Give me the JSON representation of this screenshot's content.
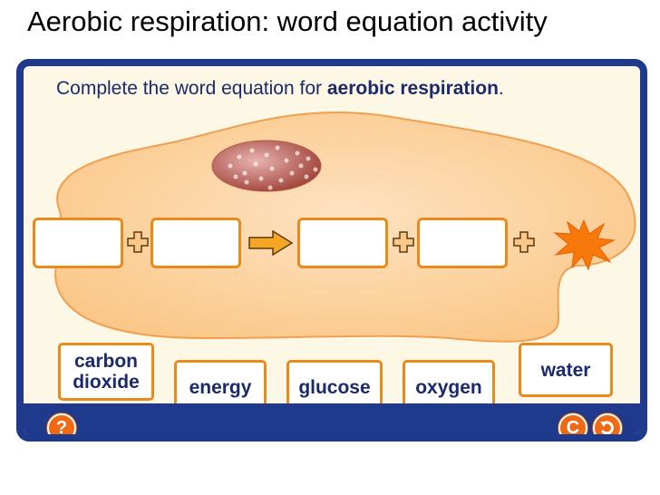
{
  "slide": {
    "title": "Aerobic respiration: word equation activity"
  },
  "activity": {
    "instruction_prefix": "Complete the word equation for ",
    "instruction_bold": "aerobic respiration",
    "instruction_suffix": ".",
    "operators": {
      "plus": "+",
      "arrow": "→"
    },
    "words": [
      {
        "line1": "carbon",
        "line2": "dioxide"
      },
      {
        "line1": "energy"
      },
      {
        "line1": "glucose"
      },
      {
        "line1": "oxygen"
      },
      {
        "line1": "water"
      }
    ],
    "help_label": "?",
    "reset_label": "C",
    "undo_icon": "undo-arrow-icon",
    "colors": {
      "frame": "#1f3a8c",
      "accent": "#ea8a1a",
      "button": "#ef6a12",
      "cell": "#fcd3a0",
      "text": "#1a2a6c"
    }
  }
}
